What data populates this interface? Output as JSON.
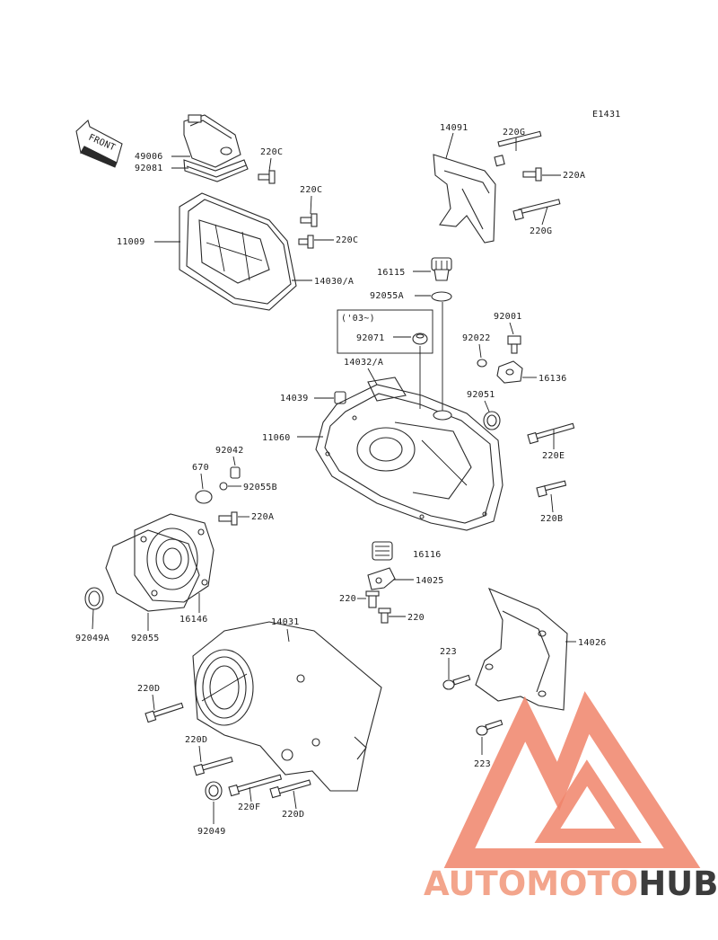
{
  "diagram_code": "E1431",
  "front_arrow_label": "FRONT",
  "year_note": "('03~)",
  "labels": {
    "p49006": "49006",
    "p92081": "92081",
    "p220c_1": "220C",
    "p220c_2": "220C",
    "p220c_3": "220C",
    "p11009": "11009",
    "p14030a": "14030/A",
    "p14091": "14091",
    "p220g_1": "220G",
    "p220a_1": "220A",
    "p220g_2": "220G",
    "p16115": "16115",
    "p92055a": "92055A",
    "p92071": "92071",
    "p92001": "92001",
    "p92022": "92022",
    "p16136": "16136",
    "p14032a": "14032/A",
    "p14039": "14039",
    "p92051": "92051",
    "p11060": "11060",
    "p220e": "220E",
    "p92042": "92042",
    "p670": "670",
    "p92055b": "92055B",
    "p220b": "220B",
    "p220a_2": "220A",
    "p16116": "16116",
    "p14025": "14025",
    "p220_1": "220",
    "p220_2": "220",
    "p92049a": "92049A",
    "p92055": "92055",
    "p16146": "16146",
    "p14031": "14031",
    "p14026": "14026",
    "p223_1": "223",
    "p220d_1": "220D",
    "p220d_2": "220D",
    "p223_2": "223",
    "p220f": "220F",
    "p220d_3": "220D",
    "p92049": "92049"
  },
  "watermark": {
    "part1": "AUTOMOTO",
    "part2": "HUB",
    "color_logo": "#f0846a",
    "color_text1": "#f3a58c",
    "color_text2": "#3c3c3c"
  }
}
